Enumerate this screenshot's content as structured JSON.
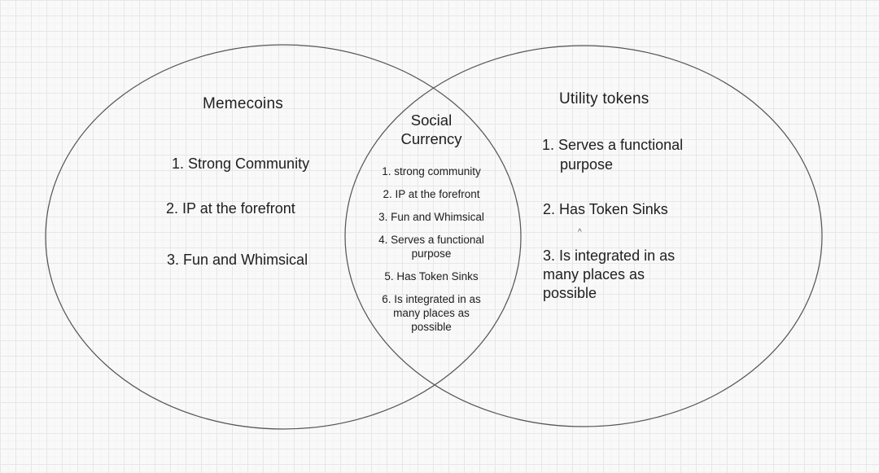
{
  "canvas": {
    "background_color": "#f9f9f9",
    "grid_minor_color": "#f2f2f2",
    "grid_major_color": "#e7e7e7",
    "circle_stroke_color": "#575757",
    "text_color": "#202020"
  },
  "venn": {
    "left_circle": {
      "title": "Memecoins",
      "items": [
        "1. Strong Community",
        "2. IP at the forefront",
        "3. Fun and Whimsical"
      ]
    },
    "intersection": {
      "title": "Social\nCurrency",
      "items": [
        "1. strong community",
        "2. IP at the forefront",
        "3. Fun and Whimsical",
        "4. Serves a functional\npurpose",
        "5. Has Token Sinks",
        "6. Is integrated in as\nmany places as\npossible"
      ]
    },
    "right_circle": {
      "title": "Utility tokens",
      "items": [
        "1. Serves a functional purpose",
        "2. Has Token Sinks",
        "3. Is integrated in as\nmany places as\npossible"
      ],
      "stray_mark": "^"
    }
  }
}
